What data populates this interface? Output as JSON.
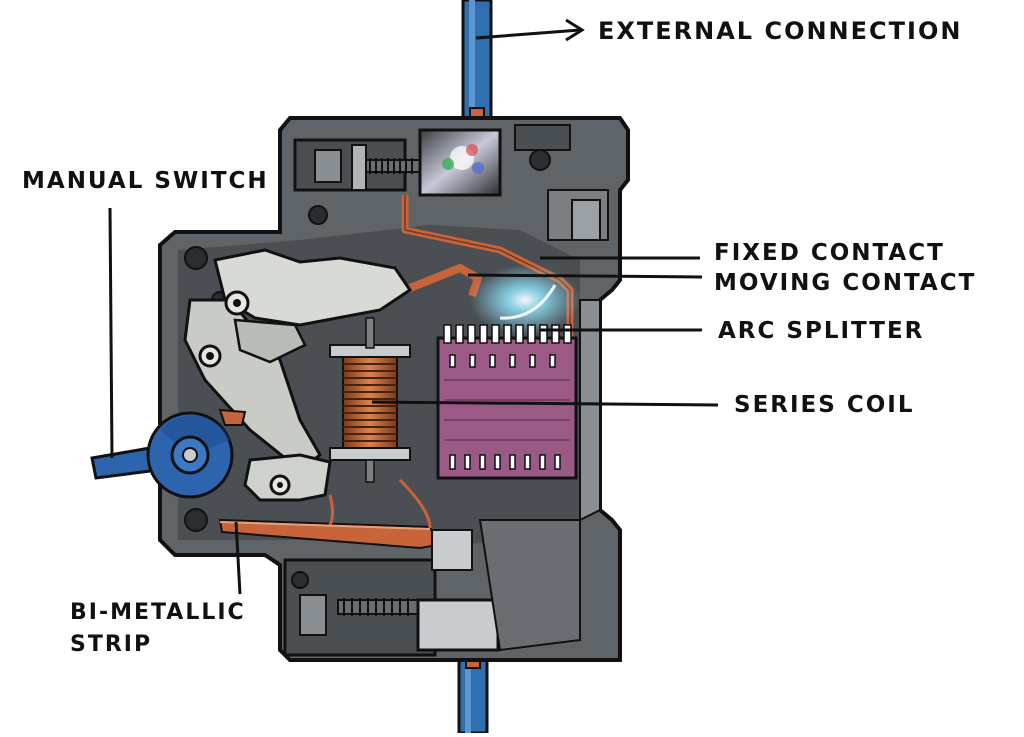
{
  "labels": {
    "external_connection": "EXTERNAL CONNECTION",
    "manual_switch": "MANUAL SWITCH",
    "fixed_contact": "FIXED CONTACT",
    "moving_contact": "MOVING CONTACT",
    "arc_splitter": "ARC SPLITTER",
    "series_coil": "SERIES COIL",
    "bimetallic_line1": "BI-METALLIC",
    "bimetallic_line2": "STRIP"
  },
  "colors": {
    "housing": "#5f6468",
    "housing_dark": "#3a3e41",
    "housing_light": "#8a8f93",
    "wire_blue": "#2f6fb0",
    "copper": "#c8643a",
    "arc_chamber": "#9b5a86",
    "switch_blue": "#2c64ad",
    "arc_glow": "#8fe6ff",
    "ink": "#111111"
  }
}
